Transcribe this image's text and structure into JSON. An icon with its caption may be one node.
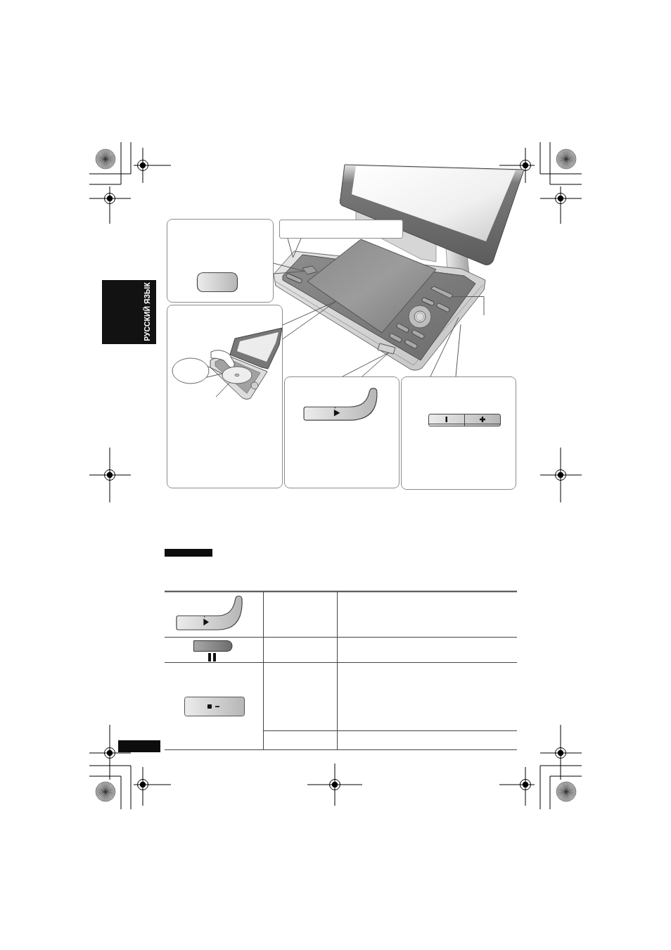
{
  "diagram": {
    "nodes": [
      {
        "text": [],
        "shape": "box"
      },
      {
        "text": [],
        "shape": "box"
      },
      {
        "text": [],
        "shape": "box"
      },
      {
        "text": [],
        "shape": "box"
      },
      {
        "text": [],
        "shape": "box"
      },
      {
        "text": [],
        "shape": "button"
      },
      {
        "text": [],
        "shape": "lid"
      },
      {
        "text": [],
        "shape": "button"
      },
      {
        "text": [],
        "shape": "button"
      },
      {
        "text": [],
        "shape": "oval",
        "in": 2
      },
      {
        "text": [],
        "shape": "disc",
        "in": 2
      }
    ],
    "edges": [
      {
        "from": 0,
        "to": 5,
        "arrow": "none"
      },
      {
        "from": 1,
        "to": null,
        "arrow": "none"
      },
      {
        "from": 2,
        "to": 6,
        "arrow": "none"
      },
      {
        "from": 3,
        "to": 7,
        "arrow": "none"
      },
      {
        "from": 4,
        "to": null,
        "arrow": "none"
      },
      {
        "from": null,
        "to": 8,
        "arrow": "none"
      },
      {
        "from": 9,
        "to": 10,
        "arrow": "none"
      },
      {
        "from": null,
        "to": 10,
        "arrow": "none"
      }
    ],
    "labels": [
      "РУССКИЙ ЯЗЫК"
    ]
  }
}
